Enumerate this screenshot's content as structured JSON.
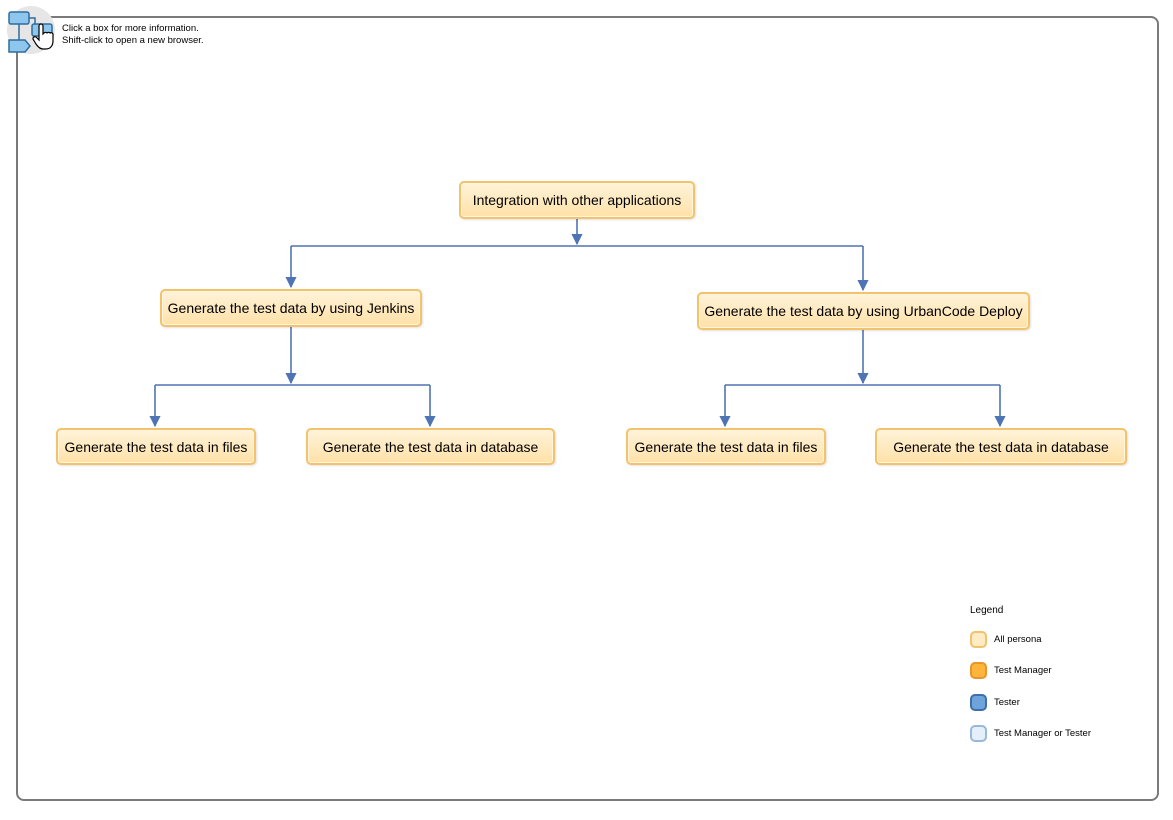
{
  "instructions": {
    "line1": "Click a box for more information.",
    "line2": "Shift-click to open a new browser."
  },
  "nodes": {
    "root": "Integration with other applications",
    "jenkins": "Generate the test data by using Jenkins",
    "urbancode": "Generate the test data by using UrbanCode Deploy",
    "jenkins_files": "Generate the test data in files",
    "jenkins_database": "Generate the test data in database",
    "urbancode_files": "Generate the test data in files",
    "urbancode_database": "Generate the test data in database"
  },
  "legend": {
    "title": "Legend",
    "items": [
      {
        "label": "All persona",
        "fill": "#ffebc4",
        "border": "#f3c26a"
      },
      {
        "label": "Test Manager",
        "fill": "#ffb43c",
        "border": "#e8962a"
      },
      {
        "label": "Tester",
        "fill": "#6fa3dc",
        "border": "#3f6fa8"
      },
      {
        "label": "Test Manager or Tester",
        "fill": "#e4effa",
        "border": "#9ab8d8"
      }
    ]
  },
  "colors": {
    "node_border": "#f3c26a",
    "node_fill": "#ffe7b5",
    "connector": "#4f74b3",
    "frame_border": "#7a7a7a"
  },
  "badge_icon": "flowchart-hand-icon"
}
